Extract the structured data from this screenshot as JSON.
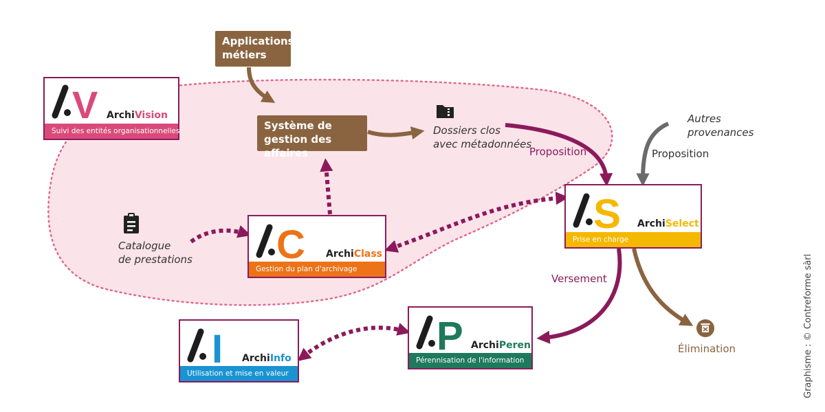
{
  "boxes": {
    "applications": "Applications métiers",
    "applications_l1": "Applications",
    "applications_l2": "métiers",
    "sga_l1": "Système de",
    "sga_l2": "gestion des affaires"
  },
  "modules": {
    "vision": {
      "letter": "V",
      "prefix": "Archi",
      "suffix": "Vision",
      "caption": "Suivi des entités organisationnelles",
      "color": "#d94a7b"
    },
    "class": {
      "letter": "C",
      "prefix": "Archi",
      "suffix": "Class",
      "caption": "Gestion du plan d'archivage",
      "color": "#ec7318"
    },
    "select": {
      "letter": "S",
      "prefix": "Archi",
      "suffix": "Select",
      "caption": "Prise en charge",
      "color": "#f5b800"
    },
    "peren": {
      "letter": "P",
      "prefix": "Archi",
      "suffix": "Peren",
      "caption": "Pérennisation de l'information",
      "color": "#1e7a5c"
    },
    "info": {
      "letter": "I",
      "prefix": "Archi",
      "suffix": "Info",
      "caption": "Utilisation et mise en valeur",
      "color": "#1a93d2"
    }
  },
  "labels": {
    "dossiers_l1": "Dossiers clos",
    "dossiers_l2": "avec métadonnées",
    "autres_l1": "Autres",
    "autres_l2": "provenances",
    "proposition1": "Proposition",
    "proposition2": "Proposition",
    "catalogue_l1": "Catalogue",
    "catalogue_l2": "de prestations",
    "versement": "Versement",
    "elimination": "Élimination"
  },
  "icons": [
    "zip-folder-icon",
    "clipboard-icon",
    "trash-icon"
  ],
  "colors": {
    "purple": "#8b1a5a",
    "brown": "#8a6440",
    "grey": "#6b6b6b",
    "pink_zone": "#fbe3ea",
    "pink_dots": "#e06a8e"
  },
  "credit": "Graphisme : © Contreforme sàrl"
}
